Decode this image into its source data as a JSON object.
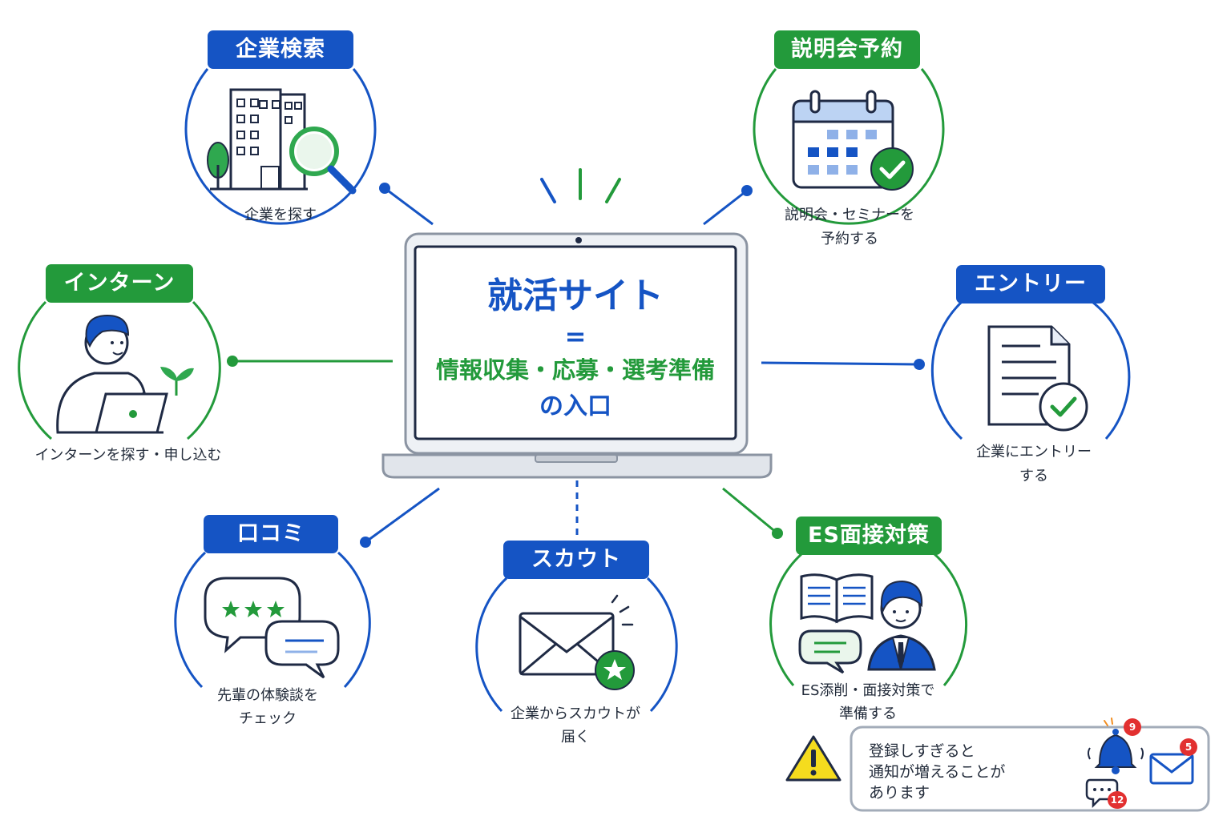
{
  "center": {
    "title": "就活サイト",
    "equals": "=",
    "line1": "情報収集・応募・選考準備",
    "line2": "の入口"
  },
  "nodes": {
    "company_search": {
      "tag": "企業検索",
      "caption": "企業を探す"
    },
    "briefing": {
      "tag": "説明会予約",
      "caption_l1": "説明会・セミナーを",
      "caption_l2": "予約する"
    },
    "internship": {
      "tag": "インターン",
      "caption": "インターンを探す・申し込む"
    },
    "entry": {
      "tag": "エントリー",
      "caption_l1": "企業にエントリー",
      "caption_l2": "する"
    },
    "reviews": {
      "tag": "口コミ",
      "caption_l1": "先輩の体験談を",
      "caption_l2": "チェック"
    },
    "scout": {
      "tag": "スカウト",
      "caption_l1": "企業からスカウトが",
      "caption_l2": "届く"
    },
    "es_interview": {
      "tag": "ES面接対策",
      "caption_l1": "ES添削・面接対策で",
      "caption_l2": "準備する"
    }
  },
  "warning": {
    "line1": "登録しすぎると",
    "line2": "通知が増えることが",
    "line3": "あります",
    "bell_count": "9",
    "mail_count": "5",
    "chat_count": "12"
  },
  "colors": {
    "blue": "#1554c4",
    "green": "#239a3b",
    "accent_green": "#2fa84f",
    "warning_yellow": "#f5dc1e"
  }
}
